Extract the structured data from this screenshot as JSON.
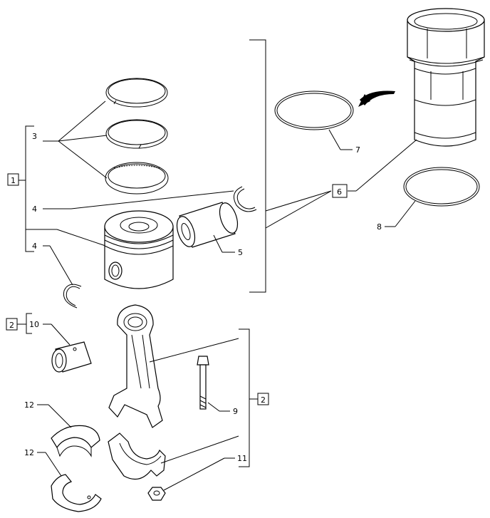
{
  "callouts": {
    "c3": "3",
    "c4a": "4",
    "c4b": "4",
    "c5": "5",
    "c7": "7",
    "c8": "8",
    "c9": "9",
    "c10": "10",
    "c11": "11",
    "c12a": "12",
    "c12b": "12"
  },
  "boxed": {
    "b1": "1",
    "b2a": "2",
    "b2b": "2",
    "b6": "6"
  }
}
